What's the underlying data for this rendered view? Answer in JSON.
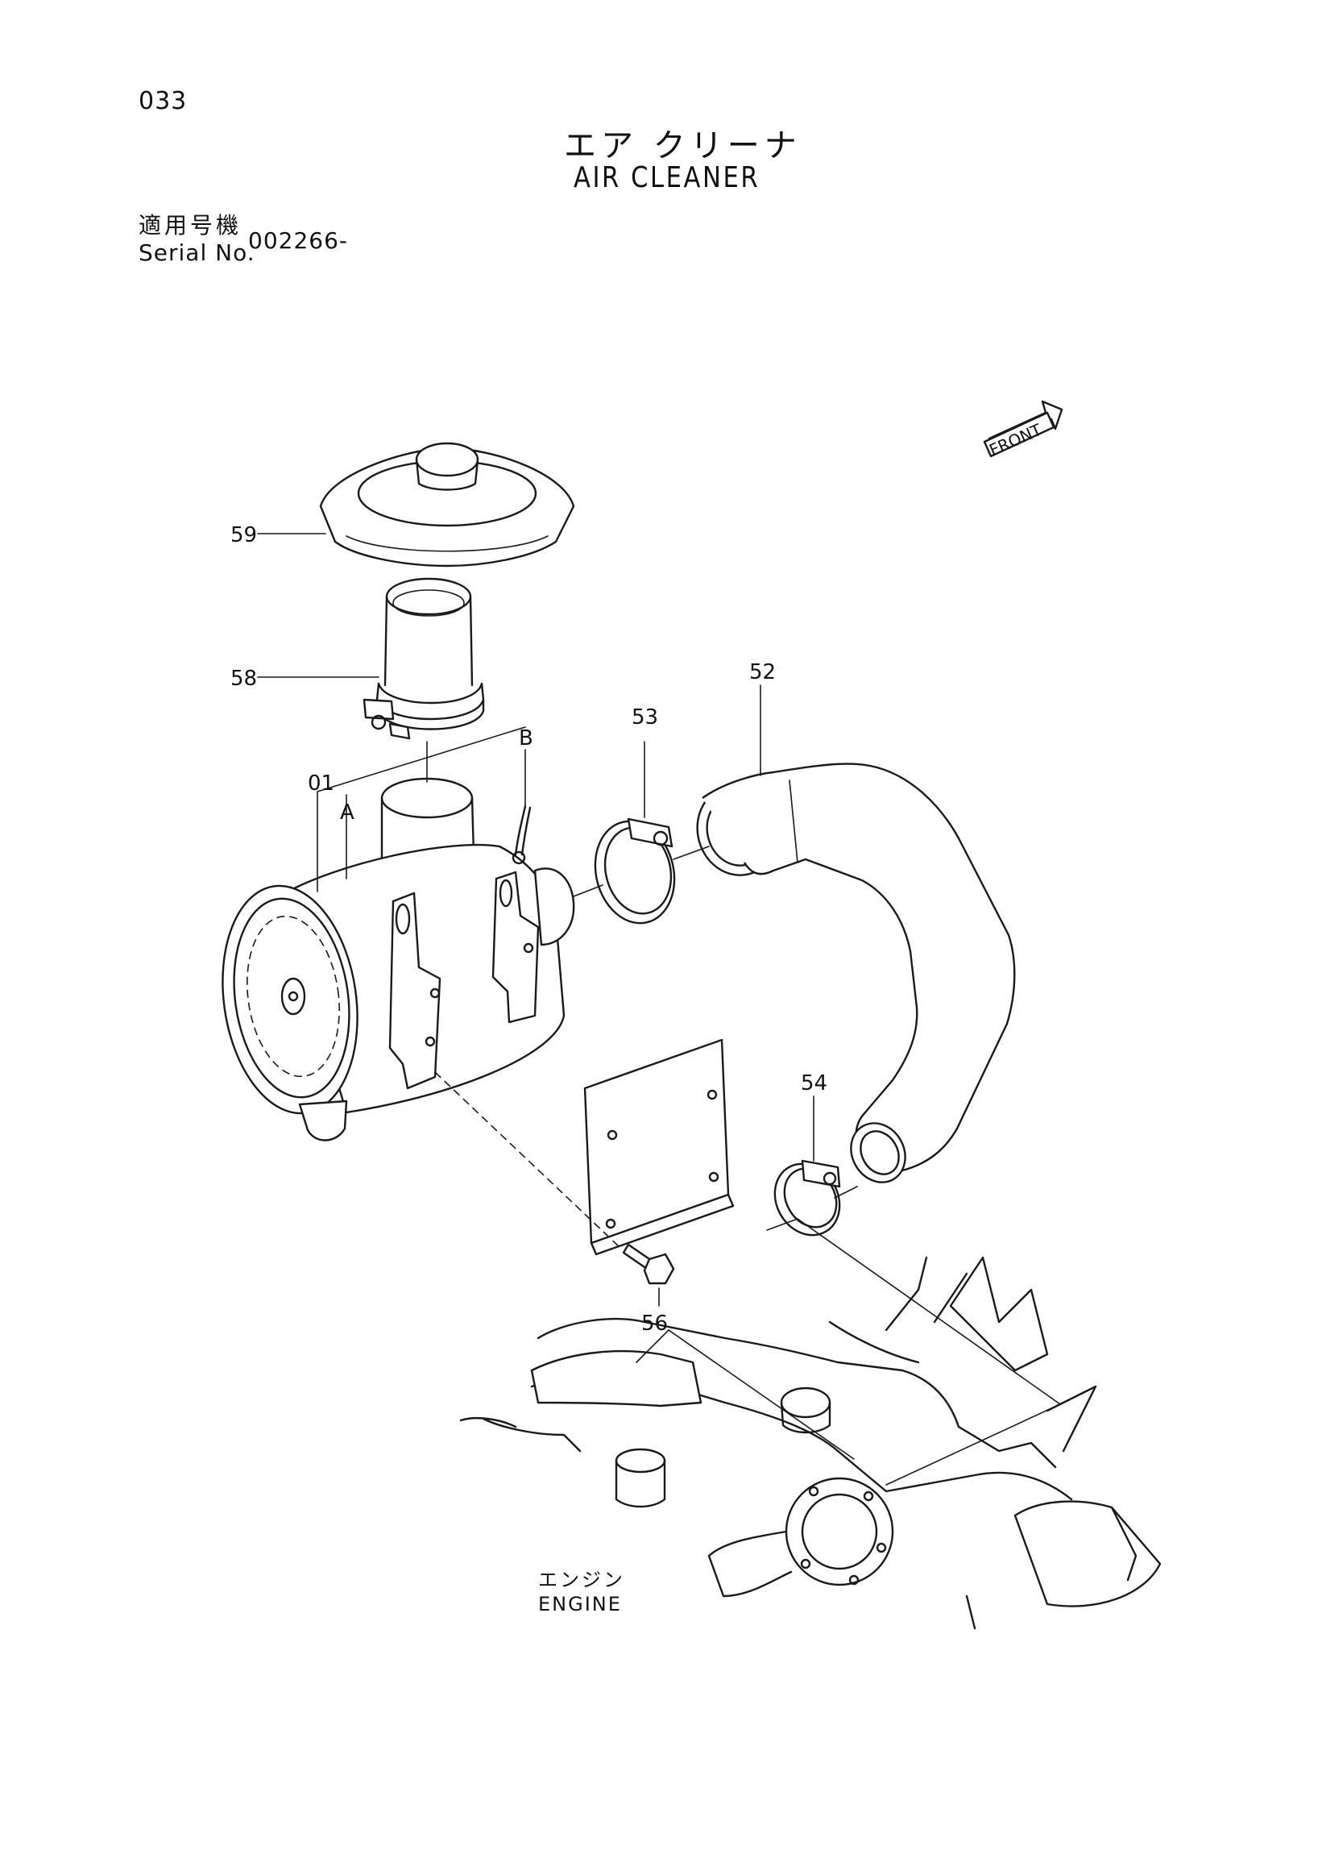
{
  "page_number": "033",
  "title_jp": "エア クリーナ",
  "title_en": "AIR CLEANER",
  "serial": {
    "label_jp": "適用号機",
    "label_en": "Serial No.",
    "value": "002266-"
  },
  "direction_marker": "FRONT",
  "callouts": [
    {
      "id": "59",
      "label": "59"
    },
    {
      "id": "58",
      "label": "58"
    },
    {
      "id": "01",
      "label": "01"
    },
    {
      "id": "A",
      "label": "A"
    },
    {
      "id": "B",
      "label": "B"
    },
    {
      "id": "53",
      "label": "53"
    },
    {
      "id": "52",
      "label": "52"
    },
    {
      "id": "54",
      "label": "54"
    },
    {
      "id": "56",
      "label": "56"
    }
  ],
  "engine_label_jp": "エンジン",
  "engine_label_en": "ENGINE"
}
